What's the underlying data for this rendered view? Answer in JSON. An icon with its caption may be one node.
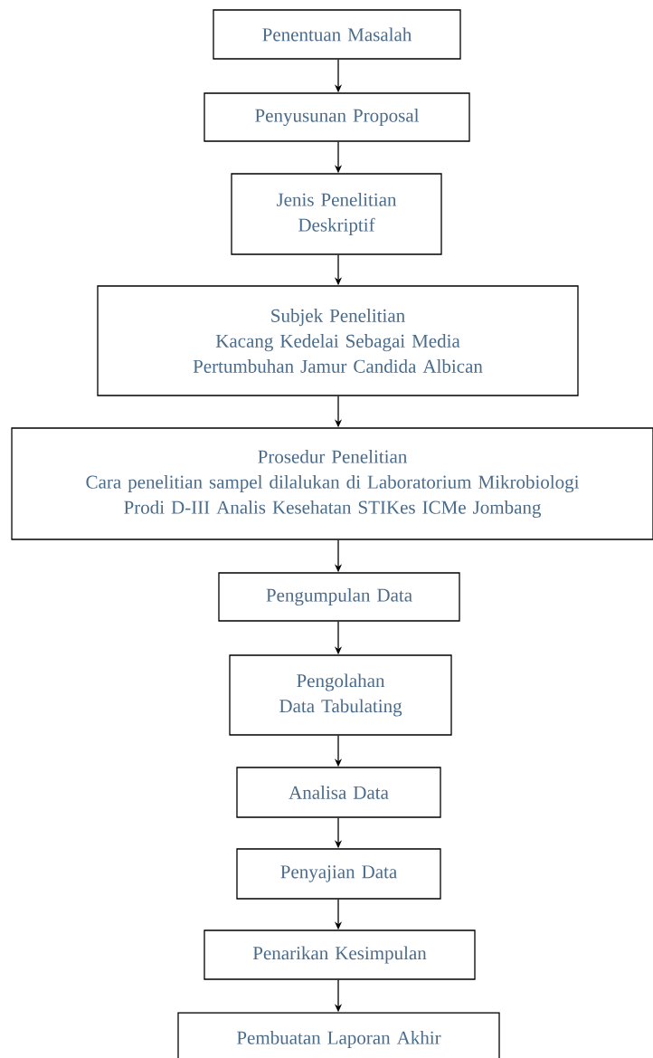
{
  "diagram": {
    "nodes": [
      {
        "text": [
          "Penentuan Masalah"
        ]
      },
      {
        "text": [
          "Penyusunan Proposal"
        ]
      },
      {
        "text": [
          "Jenis Penelitian Deskriptif"
        ]
      },
      {
        "text": [
          "Subjek Penelitian",
          "Kacang Kedelai Sebagai Media Pertumbuhan Jamur Candida Albican"
        ]
      },
      {
        "text": [
          "Prosedur Penelitian",
          "Cara penelitian sampel dilalukan di Laboratorium Mikrobiologi Prodi D-III Analis Kesehatan STIKes ICMe Jombang"
        ]
      },
      {
        "text": [
          "Pengumpulan Data"
        ]
      },
      {
        "text": [
          "Pengolahan Data Tabulating"
        ]
      },
      {
        "text": [
          "Analisa Data"
        ]
      },
      {
        "text": [
          "Penyajian Data"
        ]
      },
      {
        "text": [
          "Penarikan Kesimpulan"
        ]
      },
      {
        "text": [
          "Pembuatan Laporan Akhir"
        ]
      }
    ],
    "edges": [
      {
        "from": 0,
        "to": 1,
        "arrow": "to"
      },
      {
        "from": 1,
        "to": 2,
        "arrow": "to"
      },
      {
        "from": 2,
        "to": 3,
        "arrow": "to"
      },
      {
        "from": 3,
        "to": 4,
        "arrow": "to"
      },
      {
        "from": 4,
        "to": 5,
        "arrow": "to"
      },
      {
        "from": 5,
        "to": 6,
        "arrow": "to"
      },
      {
        "from": 6,
        "to": 7,
        "arrow": "to"
      },
      {
        "from": 7,
        "to": 8,
        "arrow": "to"
      },
      {
        "from": 8,
        "to": 9,
        "arrow": "to"
      },
      {
        "from": 9,
        "to": 10,
        "arrow": "to"
      }
    ]
  }
}
